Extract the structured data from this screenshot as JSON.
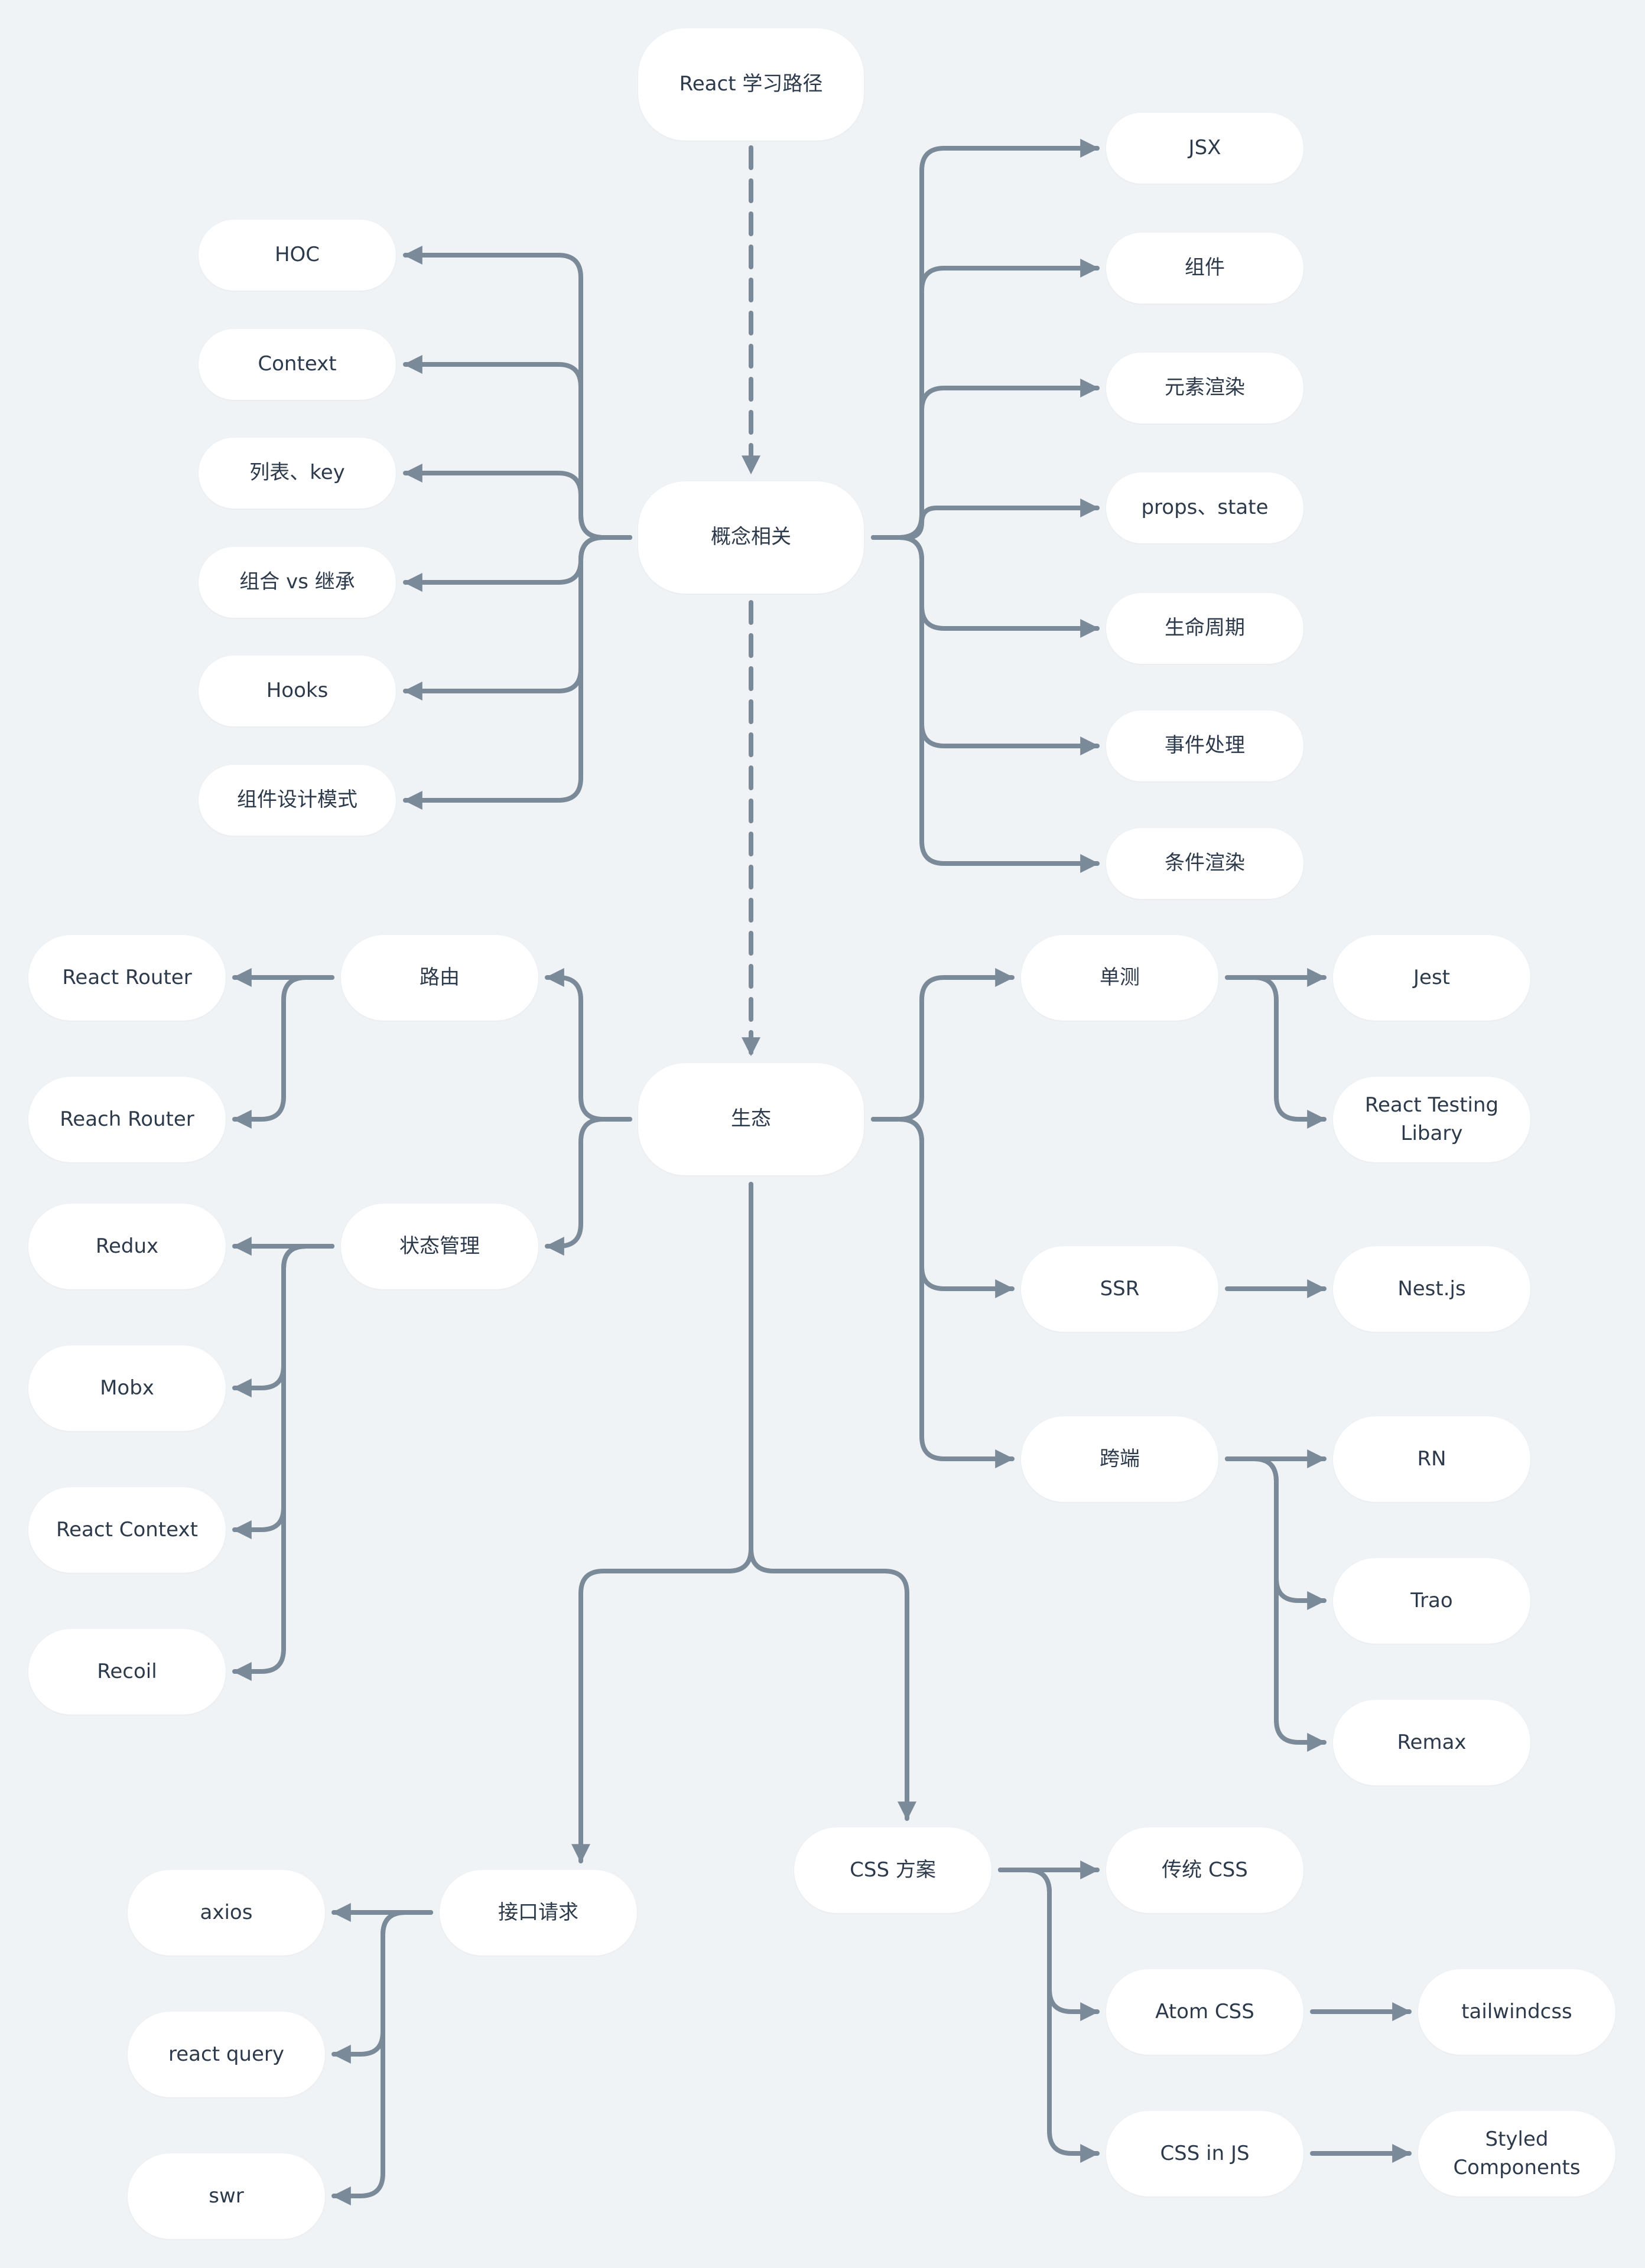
{
  "root": "React 学习路径",
  "concepts": {
    "label": "概念相关",
    "left": [
      "HOC",
      "Context",
      "列表、key",
      "组合 vs 继承",
      "Hooks",
      "组件设计模式"
    ],
    "right": [
      "JSX",
      "组件",
      "元素渲染",
      "props、state",
      "生命周期",
      "事件处理",
      "条件渲染"
    ]
  },
  "ecosystem": {
    "label": "生态",
    "routing": {
      "label": "路由",
      "items": [
        "React Router",
        "Reach Router"
      ]
    },
    "state": {
      "label": "状态管理",
      "items": [
        "Redux",
        "Mobx",
        "React Context",
        "Recoil"
      ]
    },
    "testing": {
      "label": "单测",
      "items": [
        "Jest",
        "React Testing\nLibary"
      ]
    },
    "ssr": {
      "label": "SSR",
      "items": [
        "Nest.js"
      ]
    },
    "crossplatform": {
      "label": "跨端",
      "items": [
        "RN",
        "Trao",
        "Remax"
      ]
    },
    "api": {
      "label": "接口请求",
      "items": [
        "axios",
        "react query",
        "swr"
      ]
    },
    "css": {
      "label": "CSS 方案",
      "items": [
        "传统 CSS",
        "Atom CSS",
        "CSS in JS"
      ],
      "atom_child": "tailwindcss",
      "cssinjs_child": "Styled\nComponents"
    }
  },
  "colors": {
    "background": "#f0f3f6",
    "node": "#ffffff",
    "text": "#2c3a4b",
    "connector": "#7b8a99"
  }
}
